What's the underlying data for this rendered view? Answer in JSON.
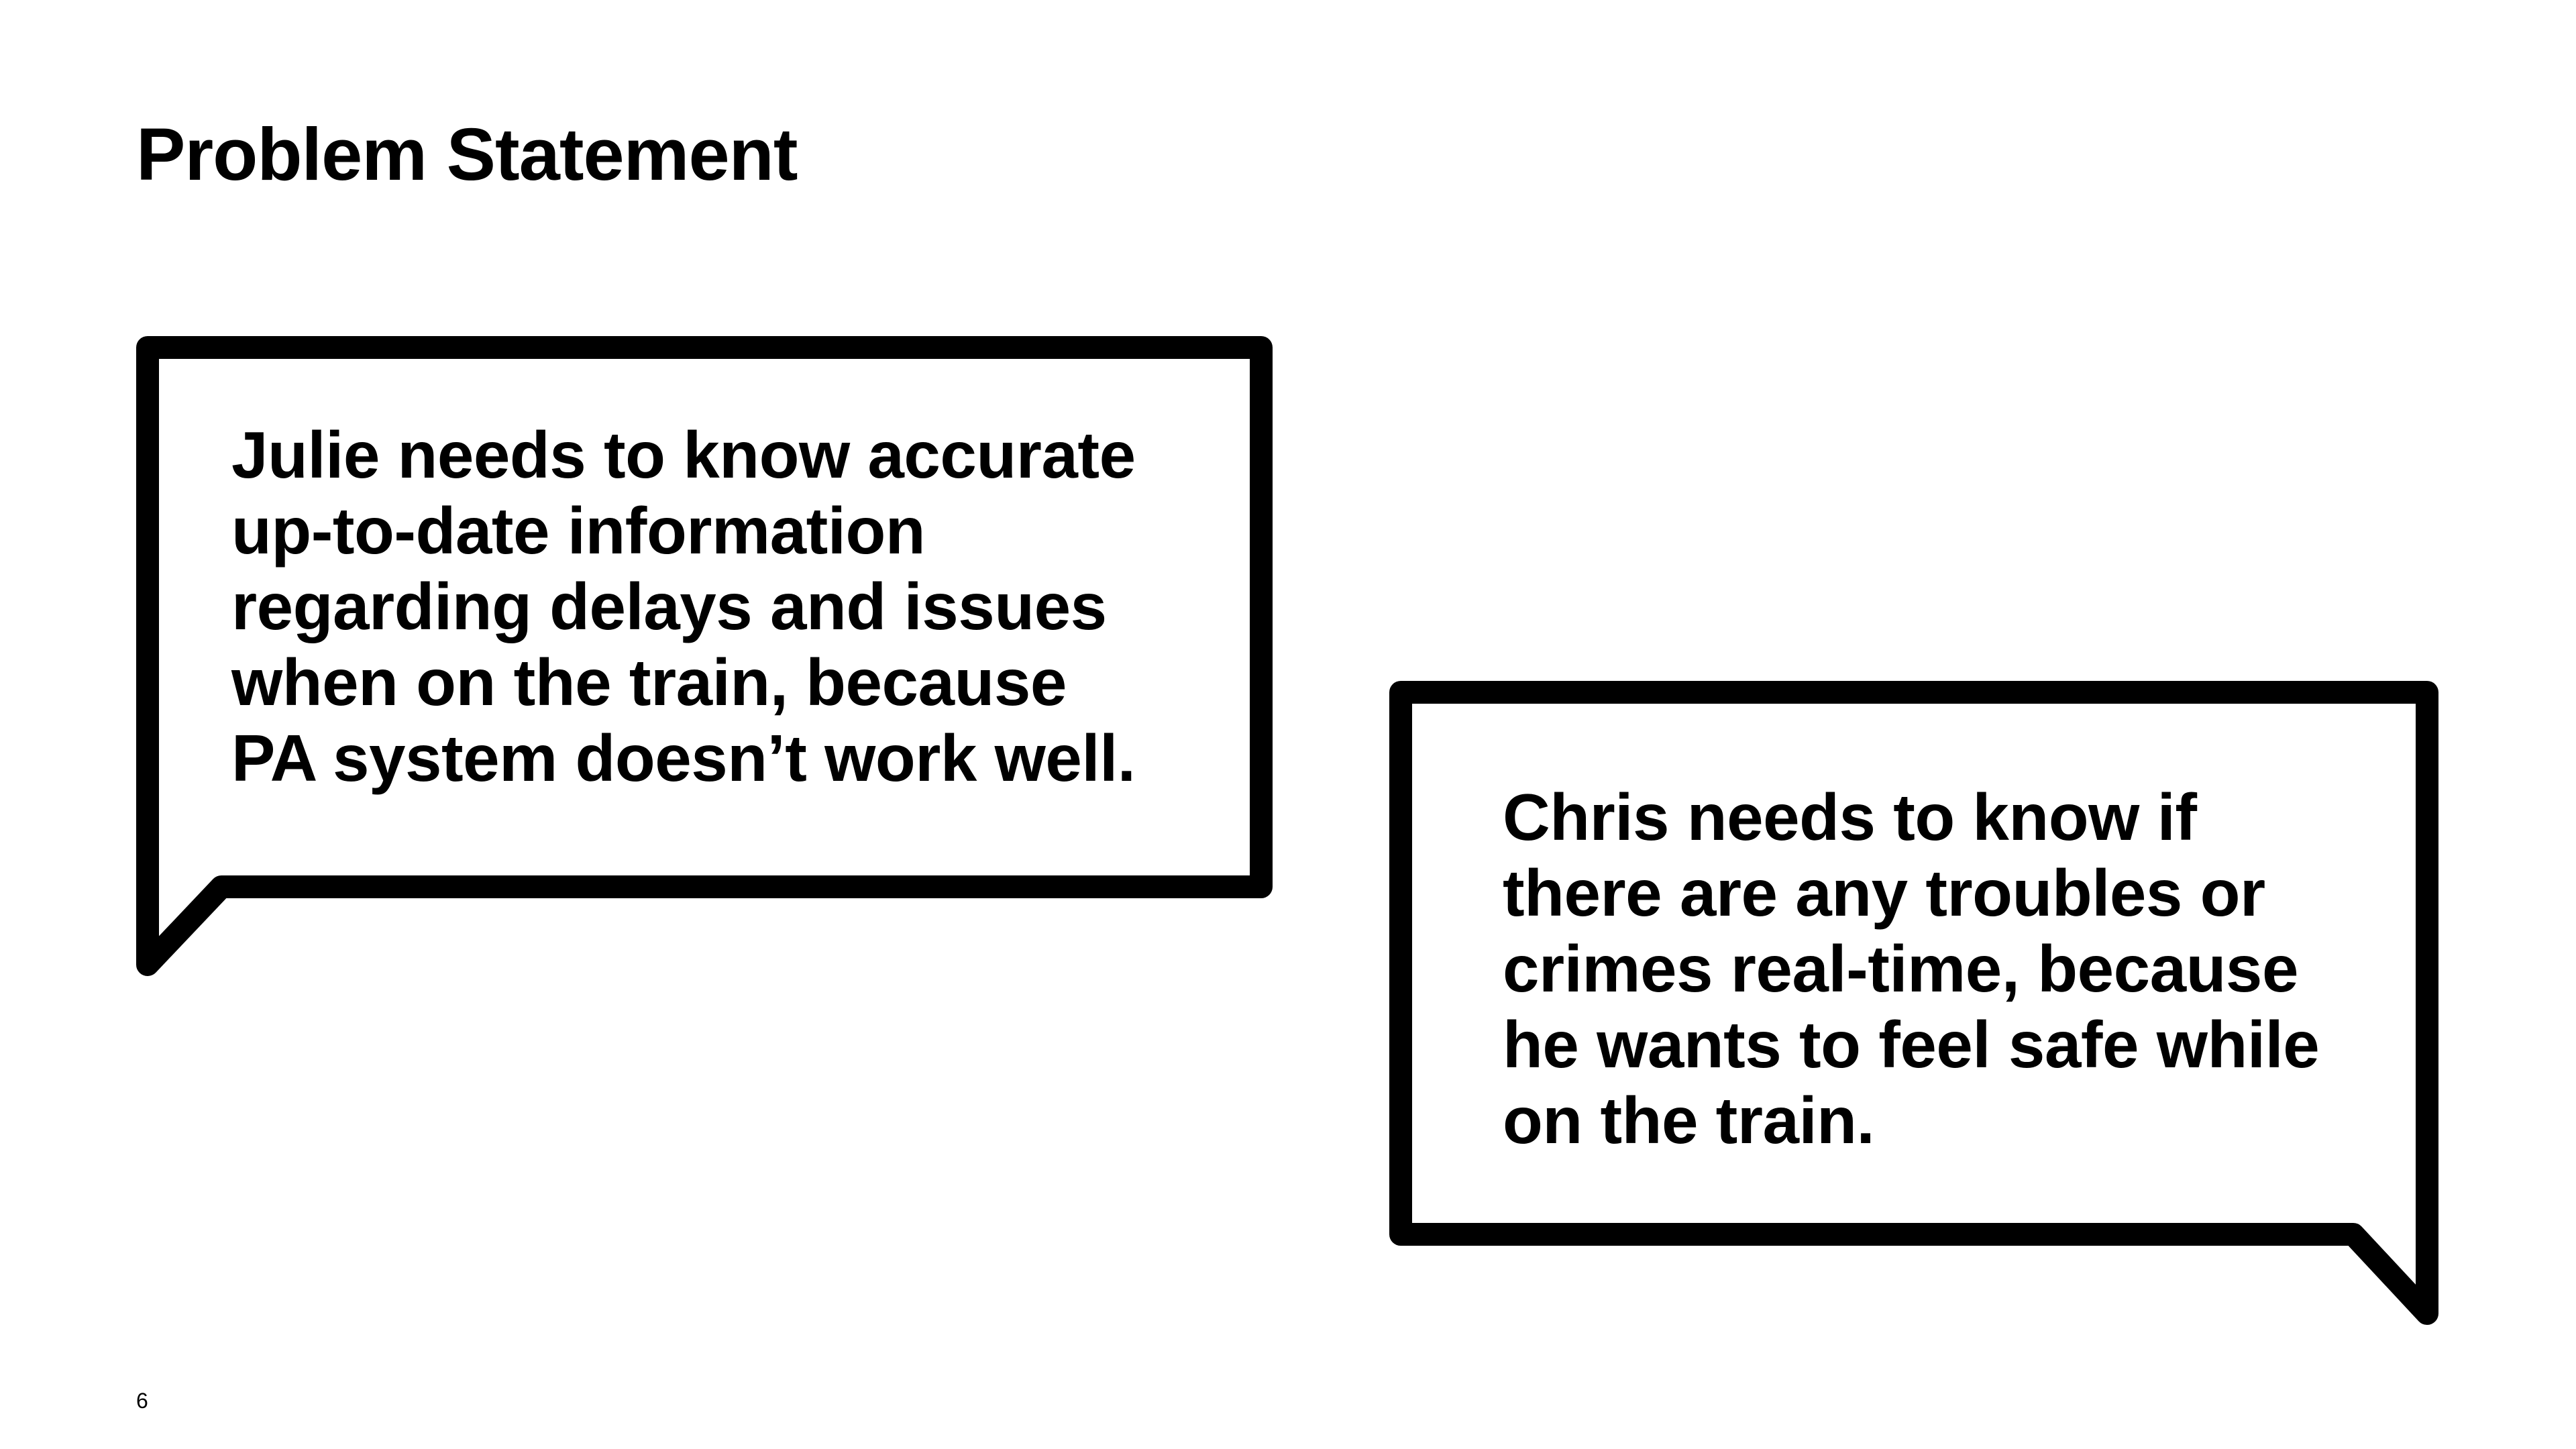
{
  "slide": {
    "title": "Problem Statement",
    "page_number": "6",
    "bubbles": [
      {
        "speaker": "Julie",
        "lines": [
          "Julie needs to know accurate",
          "up-to-date information",
          "regarding delays and issues",
          "when on the train, because",
          "PA system doesn’t work well."
        ]
      },
      {
        "speaker": "Chris",
        "lines": [
          "Chris needs to know if",
          "there are any troubles or",
          "crimes real-time, because",
          "he wants to feel safe while",
          "on the train."
        ]
      }
    ]
  },
  "colors": {
    "background": "#ffffff",
    "ink": "#000000"
  }
}
